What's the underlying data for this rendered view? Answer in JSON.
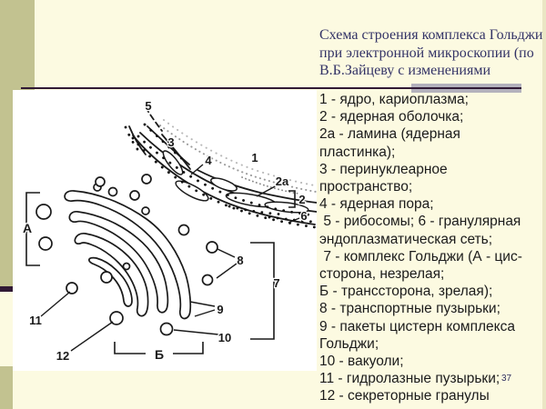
{
  "title": {
    "lines": [
      "Схема строения комплекса Гольджи",
      "при электронной микроскопии (по",
      "В.Б.Зайцеву с изменениями"
    ]
  },
  "legend": {
    "lines": [
      "1 - ядро, кариоплазма;",
      "2 - ядерная оболочка;",
      "2а - ламина (ядерная",
      "пластинка);",
      "3 - перинуклеарное",
      "пространство;",
      "4 - ядерная пора;",
      " 5 - рибосомы; 6 - гранулярная",
      "эндоплазматическая сеть;",
      " 7 - комплекс Гольджи (А - цис-",
      "сторона, незрелая;",
      "Б - транссторона, зрелая);",
      "8 - транспортные пузырьки;",
      "9 - пакеты цистерн комплекса",
      "Гольджи;",
      "10 - вакуоли;",
      "11 - гидролазные пузырьки;",
      "12 - секреторные гранулы"
    ]
  },
  "page_number": "37",
  "diagram": {
    "labels": {
      "n1": "1",
      "n2": "2",
      "n2a": "2а",
      "n3": "3",
      "n4": "4",
      "n5": "5",
      "n6": "6",
      "n7": "7",
      "n8": "8",
      "n9": "9",
      "n10": "10",
      "n11": "11",
      "n12": "12",
      "nA": "А",
      "nB": "Б"
    }
  },
  "colors": {
    "background": "#FCFAE1",
    "accent_olive": "#C2C290",
    "divider_dark": "#301934",
    "divider_gray": "#B3B1BC",
    "title_text": "#333366",
    "legend_text": "#1B1B1B",
    "diagram_ink": "#1A1A1A",
    "panel": "#FFFFFF"
  }
}
